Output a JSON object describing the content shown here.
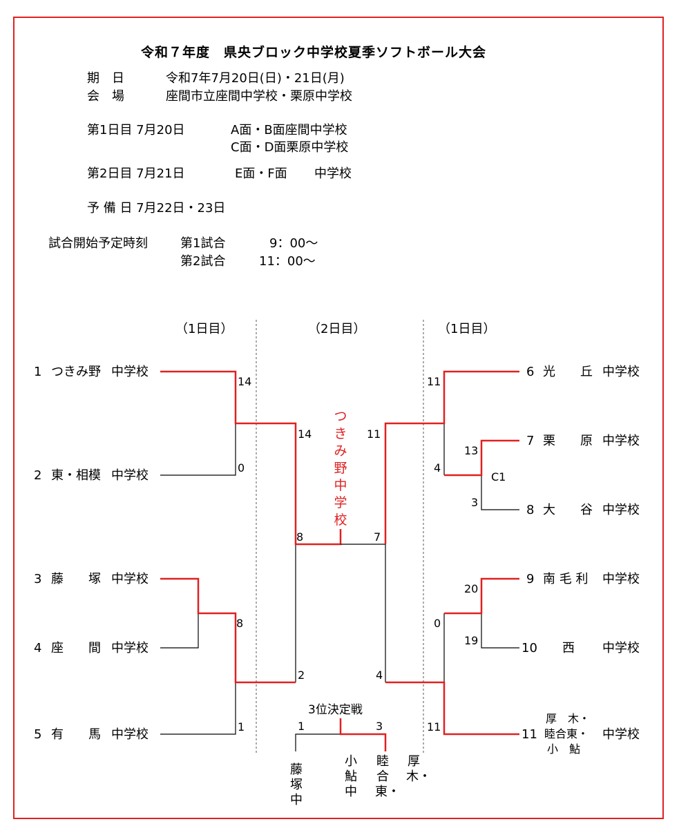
{
  "header": {
    "title": "令和７年度　県央ブロック中学校夏季ソフトボール大会",
    "info": [
      {
        "label": "期　日",
        "value": "令和7年7月20日(日)・21日(月)"
      },
      {
        "label": "会　場",
        "value": "座間市立座間中学校・栗原中学校"
      }
    ],
    "day1": {
      "label": "第1日目 7月20日",
      "line1": "A面・B面座間中学校",
      "line2": "C面・D面栗原中学校"
    },
    "day2": {
      "label": "第2日目 7月21日",
      "courts": "E面・F面",
      "school": "中学校"
    },
    "reserve": "予 備 日 7月22日・23日",
    "start": {
      "label": "試合開始予定時刻",
      "game1": "第1試合",
      "time1": "9：00～",
      "game2": "第2試合",
      "time2": "11：00～"
    }
  },
  "columns": {
    "left": "（1日目）",
    "center": "（2日目）",
    "right": "（1日目）"
  },
  "teams_left": [
    {
      "no": "1",
      "name": "つきみ野",
      "suffix": "中学校"
    },
    {
      "no": "2",
      "name": "東・相模",
      "suffix": "中学校"
    },
    {
      "no": "3",
      "name": "藤　　塚",
      "suffix": "中学校"
    },
    {
      "no": "4",
      "name": "座　　間",
      "suffix": "中学校"
    },
    {
      "no": "5",
      "name": "有　　馬",
      "suffix": "中学校"
    }
  ],
  "teams_right": [
    {
      "no": "6",
      "name": "光　　丘",
      "suffix": "中学校"
    },
    {
      "no": "7",
      "name": "栗　　原",
      "suffix": "中学校"
    },
    {
      "no": "8",
      "name": "大　　谷",
      "suffix": "中学校"
    },
    {
      "no": "9",
      "name": "南 毛 利",
      "suffix": "中学校"
    },
    {
      "no": "10",
      "name": "西",
      "suffix": "中学校"
    },
    {
      "no": "11",
      "name_line1": "厚　木・",
      "name_line2": "睦合東・",
      "name_line3": "小　鮎",
      "suffix": "中学校"
    }
  ],
  "scores": {
    "s14a": "14",
    "s0a": "0",
    "s14b": "14",
    "s8a": "8",
    "s1": "1",
    "s8b": "8",
    "s2": "2",
    "s11a": "11",
    "s4a": "4",
    "s13": "13",
    "s3a": "3",
    "s11b": "11",
    "s7": "7",
    "s20": "20",
    "s0b": "0",
    "s19": "19",
    "s4b": "4",
    "s11c": "11"
  },
  "court_label": "C1",
  "champion": "つきみ野中学校",
  "third_place": {
    "title": "3位決定戦",
    "score_left": "1",
    "score_right": "3",
    "teams": [
      "藤塚中",
      "小鮎中",
      "睦合東・",
      "厚木・"
    ]
  },
  "colors": {
    "winner": "#e02020",
    "line": "#000000"
  }
}
